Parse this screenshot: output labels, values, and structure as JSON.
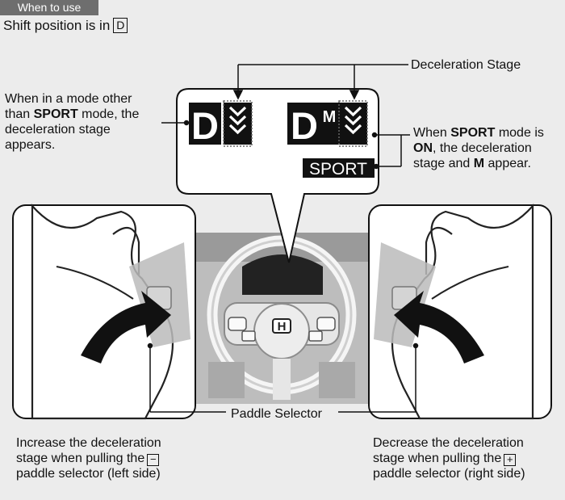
{
  "header": {
    "badge": "When to use",
    "shift_text": "Shift position is in",
    "shift_value": "D"
  },
  "labels": {
    "deceleration_stage": "Deceleration Stage",
    "paddle_selector": "Paddle Selector",
    "left_desc": [
      "When in a mode other",
      "than SPORT mode, the",
      "deceleration stage",
      "appears."
    ],
    "right_desc": [
      "When SPORT mode is",
      "ON, the deceleration",
      "stage and M appear."
    ]
  },
  "display": {
    "gear_left": "D",
    "gear_right": "D",
    "gear_right_sup": "M",
    "sport": "SPORT"
  },
  "captions": {
    "left": {
      "l1": "Increase the deceleration",
      "l2a": "stage when pulling the",
      "symbol": "−",
      "l3": "paddle selector (left side)"
    },
    "right": {
      "l1": "Decrease the deceleration",
      "l2a": "stage when pulling the",
      "symbol": "+",
      "l3": "paddle selector (right side)"
    }
  },
  "logo": "H"
}
